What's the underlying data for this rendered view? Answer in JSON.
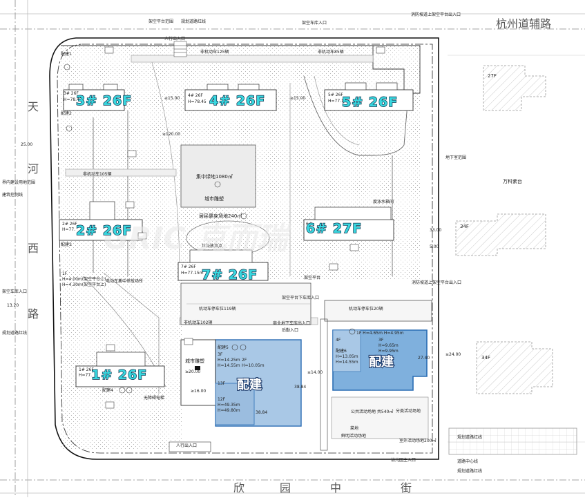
{
  "roads": {
    "north": "杭州道辅路",
    "west": [
      "天",
      "河",
      "西",
      "路"
    ],
    "south": [
      "欣",
      "园",
      "中",
      "街"
    ]
  },
  "buildings": [
    {
      "label": "3# 26F",
      "small": "3# 26F",
      "h": "H=78.45"
    },
    {
      "label": "4# 26F",
      "small": "4# 26F",
      "h": "H=78.45"
    },
    {
      "label": "5# 26F",
      "small": "5# 26F",
      "h": "H=77.15"
    },
    {
      "label": "2# 26F",
      "small": "2# 26F",
      "h": "H=77."
    },
    {
      "label": "6# 27F",
      "small": "6#",
      "h": ""
    },
    {
      "label": "7# 26F",
      "small": "7# 26F",
      "h": "H=77.15m"
    },
    {
      "label": "1# 26F",
      "small": "1# 26F",
      "h": "H=77."
    }
  ],
  "peijian": {
    "main": "配建",
    "left_title": "配建5",
    "right_title": "配建6"
  },
  "left_block": {
    "lines": [
      "3F",
      "H=14.25m",
      "H=14.55m",
      "2F",
      "H=10.05m",
      "13F",
      "12F",
      "H=49.35m",
      "H=49.80m"
    ],
    "dims": [
      "38.84",
      "38.84"
    ],
    "sub": "城市雕塑"
  },
  "right_block": {
    "lines": [
      "1F  H=4.65m  H=4.95m",
      "3F",
      "H=9.65m",
      "H=9.95m",
      "H=13.05m",
      "H=14.55m"
    ],
    "top": "4F",
    "dims": [
      "27.40"
    ]
  },
  "labels": {
    "top_entrance_1": "架空平台范围",
    "top_entrance_2": "规划道路红线",
    "ped_entry_top": "人行出入口",
    "car_entry_top": "架空车库入口",
    "fire_top": "消防坡道上架空平台出入口",
    "bike125": "非机动车125辆",
    "bike85": "非机动车85辆",
    "bike105": "非机动车105辆",
    "bike102": "非机动车102辆",
    "green": "集中绿地1080㎡",
    "sculpture": "城市雕塑",
    "fitness": "居民健身场地240㎡",
    "garbage": "垃圾收集点",
    "underground_range": "地下室范围",
    "wanke": "万科紫台",
    "fire_right": "消防坡道上架空平台出入口",
    "car_down": "架空平台下车库入口",
    "motor119": "机动车停车位119辆",
    "motor20": "机动车停车位20辆",
    "commercial_ramp": "商业地下车库出入口",
    "later_entry": "后勤入口",
    "ped_entry_bottom": "人行出入口",
    "kinder_entry": "幼儿园主入口",
    "road_red": "规划道路红线",
    "road_center": "道路中心线",
    "road_red_2": "规划道路红线",
    "peijian2": "配建2",
    "peijian1": "配建1",
    "peijian3": "配建3",
    "peijian4": "配建4",
    "build_line": "建筑控制线",
    "boundary": "界内建设用地范围",
    "garage_in": "架空车库入口",
    "road_red_w": "规划道路红线",
    "f1_block": "1F",
    "f1_h1": "H=4.00m(架空平台上)",
    "f1_h2": "H=4.30m(架空平台上)",
    "elec": "电动车集中停放场所",
    "ambulance": "无障碍电梯",
    "activity": "分类活动场地",
    "area540": "公共活动场地 共540㎡",
    "playground": "鲜明活动场地",
    "yard": "菜地",
    "kid_area": "室外活动场地200㎡",
    "n25": "27F",
    "n34a": "34F",
    "n34b": "34F",
    "air_platform": "架空平台",
    "house": "度泳水箱间"
  },
  "dimensions": {
    "d120": "≥120.00",
    "d25": "25.00",
    "d15_1": "≥15.00",
    "d15_2": "≥15.00",
    "d24": "≥24.00",
    "d14": "≥14.00",
    "d16": "≥16.00",
    "d33": "33.00",
    "d20": "≥20.00",
    "d13": "13.20",
    "d5": "5.00"
  },
  "watermark": "GRIC 克而瑞"
}
